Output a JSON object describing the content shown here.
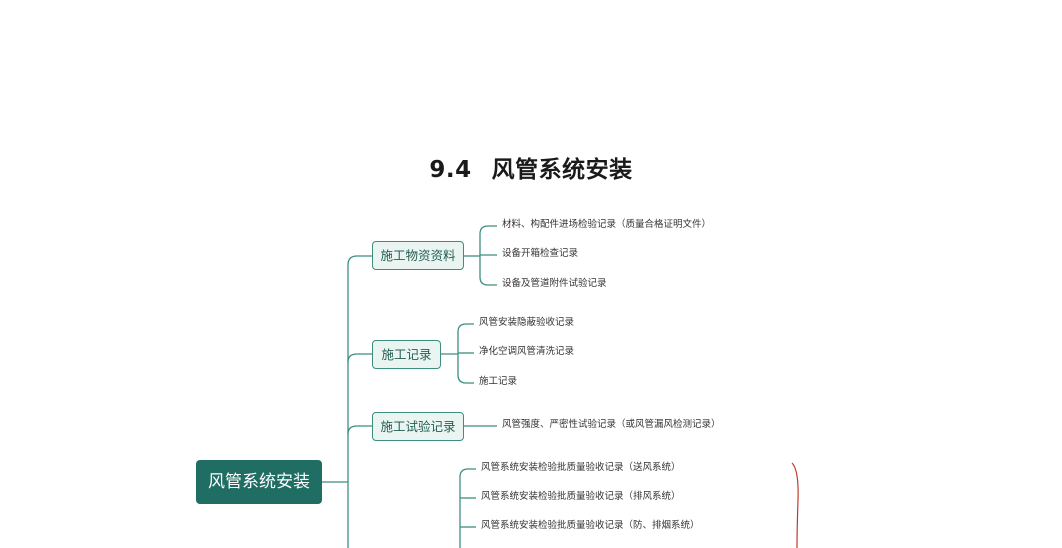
{
  "title": {
    "number": "9.4",
    "text": "风管系统安装"
  },
  "root": {
    "label": "风管系统安装"
  },
  "branches": [
    {
      "label": "施工物资资料",
      "leaves": [
        "材料、构配件进场检验记录（质量合格证明文件）",
        "设备开箱检查记录",
        "设备及管道附件试验记录"
      ]
    },
    {
      "label": "施工记录",
      "leaves": [
        "风管安装隐蔽验收记录",
        "净化空调风管清洗记录",
        "施工记录"
      ]
    },
    {
      "label": "施工试验记录",
      "leaves": [
        "风管强度、严密性试验记录（或风管漏风检测记录）"
      ]
    },
    {
      "label": "",
      "leaves": [
        "风管系统安装检验批质量验收记录（送风系统）",
        "风管系统安装检验批质量验收记录（排风系统）",
        "风管系统安装检验批质量验收记录（防、排烟系统）"
      ]
    }
  ],
  "colors": {
    "root_bg": "#1f6d63",
    "branch_border": "#3e8e80",
    "branch_bg": "#eaf4f1",
    "line": "#3e8e80",
    "annotation": "#c0392b"
  }
}
